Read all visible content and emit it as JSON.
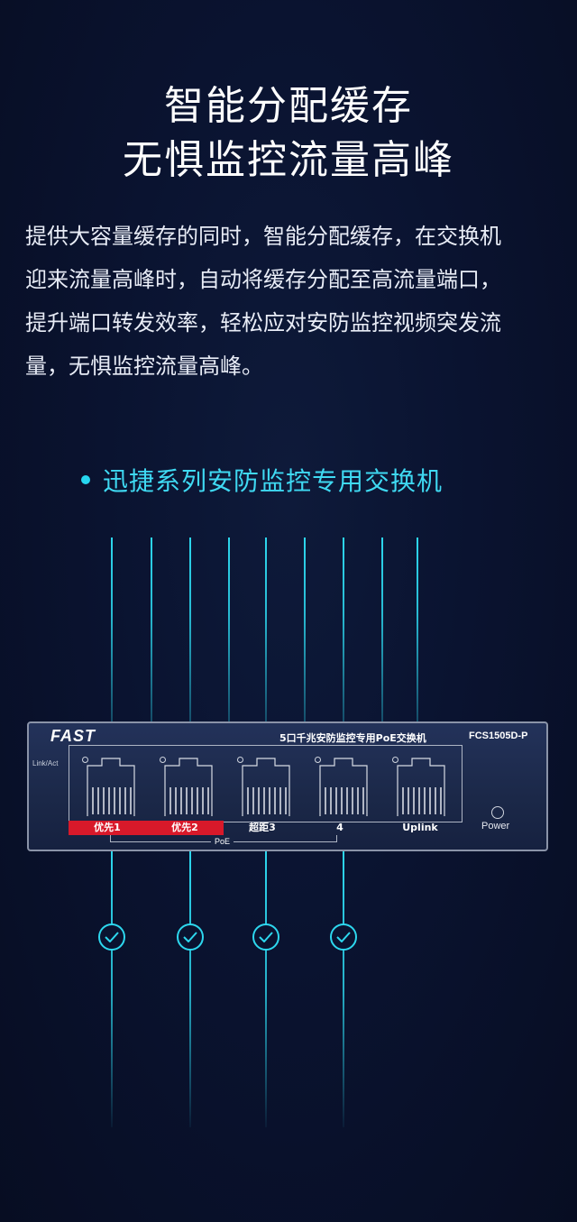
{
  "headline": {
    "line1": "智能分配缓存",
    "line2": "无惧监控流量高峰"
  },
  "description": {
    "lines": [
      "提供大容量缓存的同时，智能分配缓存，在交换机",
      "迎来流量高峰时，自动将缓存分配至高流量端口，",
      "提升端口转发效率，轻松应对安防监控视频突发流",
      "量，无惧监控流量高峰。"
    ]
  },
  "bullet": {
    "text": "迅捷系列安防监控专用交换机"
  },
  "switch": {
    "brand": "FAST",
    "description": "5口千兆安防监控专用PoE交换机",
    "model": "FCS1505D-P",
    "link_act_label": "Link/Act",
    "power_label": "Power",
    "poe_label": "PoE",
    "port_labels": [
      "优先1",
      "优先2",
      "超距3",
      "4",
      "Uplink"
    ],
    "priority_color": "#d8192a"
  },
  "colors": {
    "background": "#0a1330",
    "accent": "#2dd7ee"
  },
  "icons": [
    "check-circle-icon"
  ]
}
